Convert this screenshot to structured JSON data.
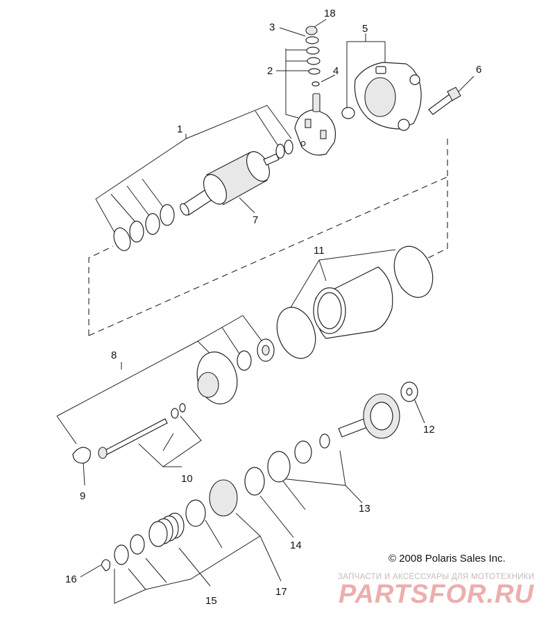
{
  "diagram": {
    "type": "exploded-parts-diagram",
    "callouts": [
      "1",
      "2",
      "3",
      "4",
      "5",
      "6",
      "7",
      "8",
      "9",
      "10",
      "11",
      "12",
      "13",
      "14",
      "15",
      "16",
      "17",
      "18"
    ],
    "copyright": "© 2008 Polaris Sales Inc.",
    "watermark": {
      "tagline": "ЗАПЧАСТИ И АКСЕССУАРЫ ДЛЯ МОТОТЕХНИКИ",
      "logo": "PARTSFOR.RU"
    }
  }
}
